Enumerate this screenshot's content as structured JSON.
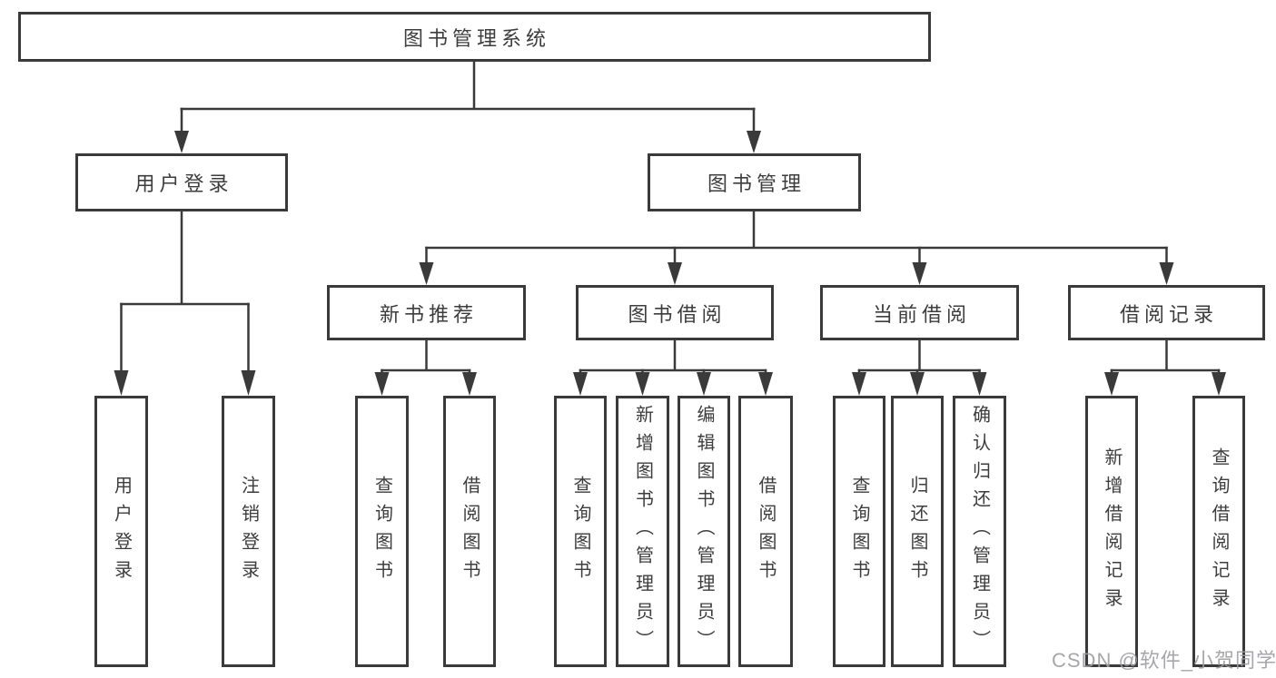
{
  "diagram": {
    "root": "图书管理系统",
    "level2": {
      "user_login": "用户登录",
      "book_management": "图书管理"
    },
    "level3": [
      "新书推荐",
      "图书借阅",
      "当前借阅",
      "借阅记录"
    ],
    "level4": {
      "user_login": [
        "用户登录",
        "注销登录"
      ],
      "new_book": [
        "查询图书",
        "借阅图书"
      ],
      "book_borrow": [
        "查询图书",
        "新增图书（管理员）",
        "编辑图书（管理员）",
        "借阅图书"
      ],
      "current_borrow": [
        "查询图书",
        "归还图书",
        "确认归还（管理员）"
      ],
      "borrow_record": [
        "新增借阅记录",
        "查询借阅记录"
      ]
    },
    "hierarchy_note": {
      "图书管理系统": {
        "用户登录": [
          "用户登录",
          "注销登录"
        ],
        "图书管理": {
          "新书推荐": [
            "查询图书",
            "借阅图书"
          ],
          "图书借阅": [
            "查询图书",
            "新增图书（管理员）",
            "编辑图书（管理员）",
            "借阅图书"
          ],
          "当前借阅": [
            "查询图书",
            "归还图书",
            "确认归还（管理员）"
          ],
          "借阅记录": [
            "新增借阅记录",
            "查询借阅记录"
          ]
        }
      }
    }
  },
  "watermark": "CSDN @软件_小贺同学",
  "colors": {
    "line": "#3a3a3a",
    "box_border": "#3a3a3a",
    "text": "#3d3d3d",
    "watermark": "#9e9ea2",
    "background": "#ffffff"
  }
}
